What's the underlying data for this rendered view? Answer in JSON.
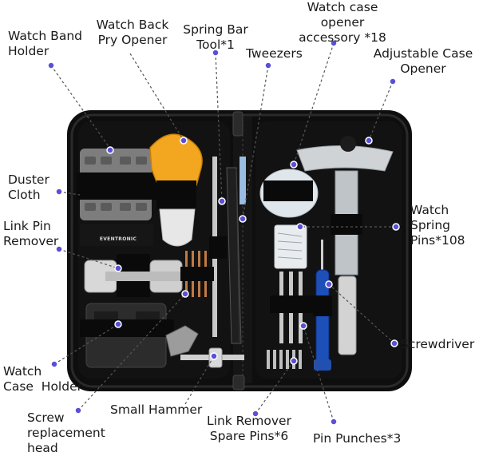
{
  "brand": "EVENTRONIC",
  "accent_color": "#5a4fd6",
  "labels": {
    "watch_band_holder": "Watch Band\nHolder",
    "watch_back_pry_opener": "Watch Back\nPry Opener",
    "spring_bar_tool": "Spring Bar\nTool*1",
    "tweezers": "Tweezers",
    "watch_case_opener_accessory": "Watch case\nopener\naccessory *18",
    "adjustable_case_opener": "Adjustable Case\nOpener",
    "duster_cloth": "Duster\nCloth",
    "link_pin_remover": "Link Pin\nRemover",
    "watch_spring_pins": "Watch\nSpring\nPins*108",
    "screwdriver": "Screwdriver",
    "watch_case_holder": "Watch\nCase  Holder",
    "screw_replacement_head": "Screw\nreplacement\nhead",
    "small_hammer": "Small Hammer",
    "link_remover_spare_pins": "Link Remover\nSpare Pins*6",
    "pin_punches": "Pin Punches*3"
  }
}
